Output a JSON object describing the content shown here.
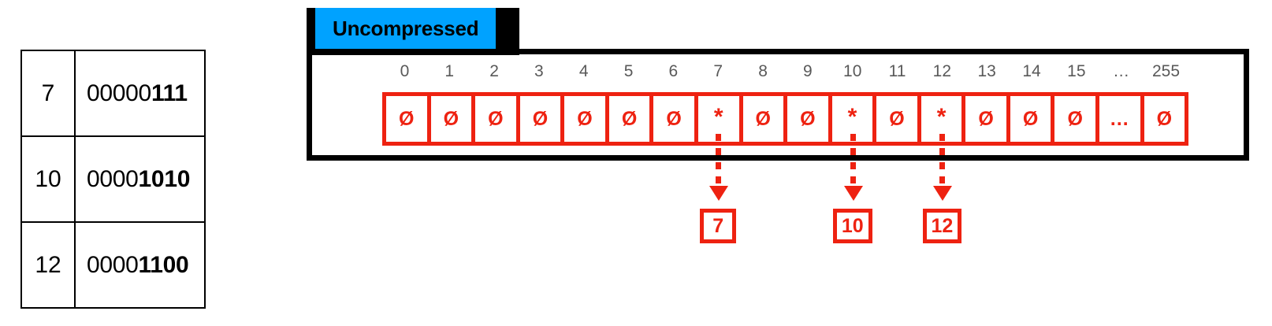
{
  "lookup_table": {
    "rows": [
      {
        "decimal": "7",
        "binary_prefix": "00000",
        "binary_suffix": "111"
      },
      {
        "decimal": "10",
        "binary_prefix": "0000",
        "binary_suffix": "1010"
      },
      {
        "decimal": "12",
        "binary_prefix": "0000",
        "binary_suffix": "1100"
      }
    ]
  },
  "panel": {
    "badge_label": "Uncompressed",
    "badge_color": "#00a2ff",
    "border_color": "#000000",
    "cell_color": "#ee2211",
    "index_label_color": "#595959"
  },
  "bitmap": {
    "indices": [
      "0",
      "1",
      "2",
      "3",
      "4",
      "5",
      "6",
      "7",
      "8",
      "9",
      "10",
      "11",
      "12",
      "13",
      "14",
      "15",
      "…",
      "255"
    ],
    "cells": [
      {
        "value": "Ø",
        "kind": "empty"
      },
      {
        "value": "Ø",
        "kind": "empty"
      },
      {
        "value": "Ø",
        "kind": "empty"
      },
      {
        "value": "Ø",
        "kind": "empty"
      },
      {
        "value": "Ø",
        "kind": "empty"
      },
      {
        "value": "Ø",
        "kind": "empty"
      },
      {
        "value": "Ø",
        "kind": "empty"
      },
      {
        "value": "*",
        "kind": "set"
      },
      {
        "value": "Ø",
        "kind": "empty"
      },
      {
        "value": "Ø",
        "kind": "empty"
      },
      {
        "value": "*",
        "kind": "set"
      },
      {
        "value": "Ø",
        "kind": "empty"
      },
      {
        "value": "*",
        "kind": "set"
      },
      {
        "value": "Ø",
        "kind": "empty"
      },
      {
        "value": "Ø",
        "kind": "empty"
      },
      {
        "value": "Ø",
        "kind": "empty"
      },
      {
        "value": "…",
        "kind": "ellipsis"
      },
      {
        "value": "Ø",
        "kind": "empty"
      }
    ]
  },
  "pointers": [
    {
      "label": "7",
      "cell_index": 7
    },
    {
      "label": "10",
      "cell_index": 10
    },
    {
      "label": "12",
      "cell_index": 12
    }
  ]
}
